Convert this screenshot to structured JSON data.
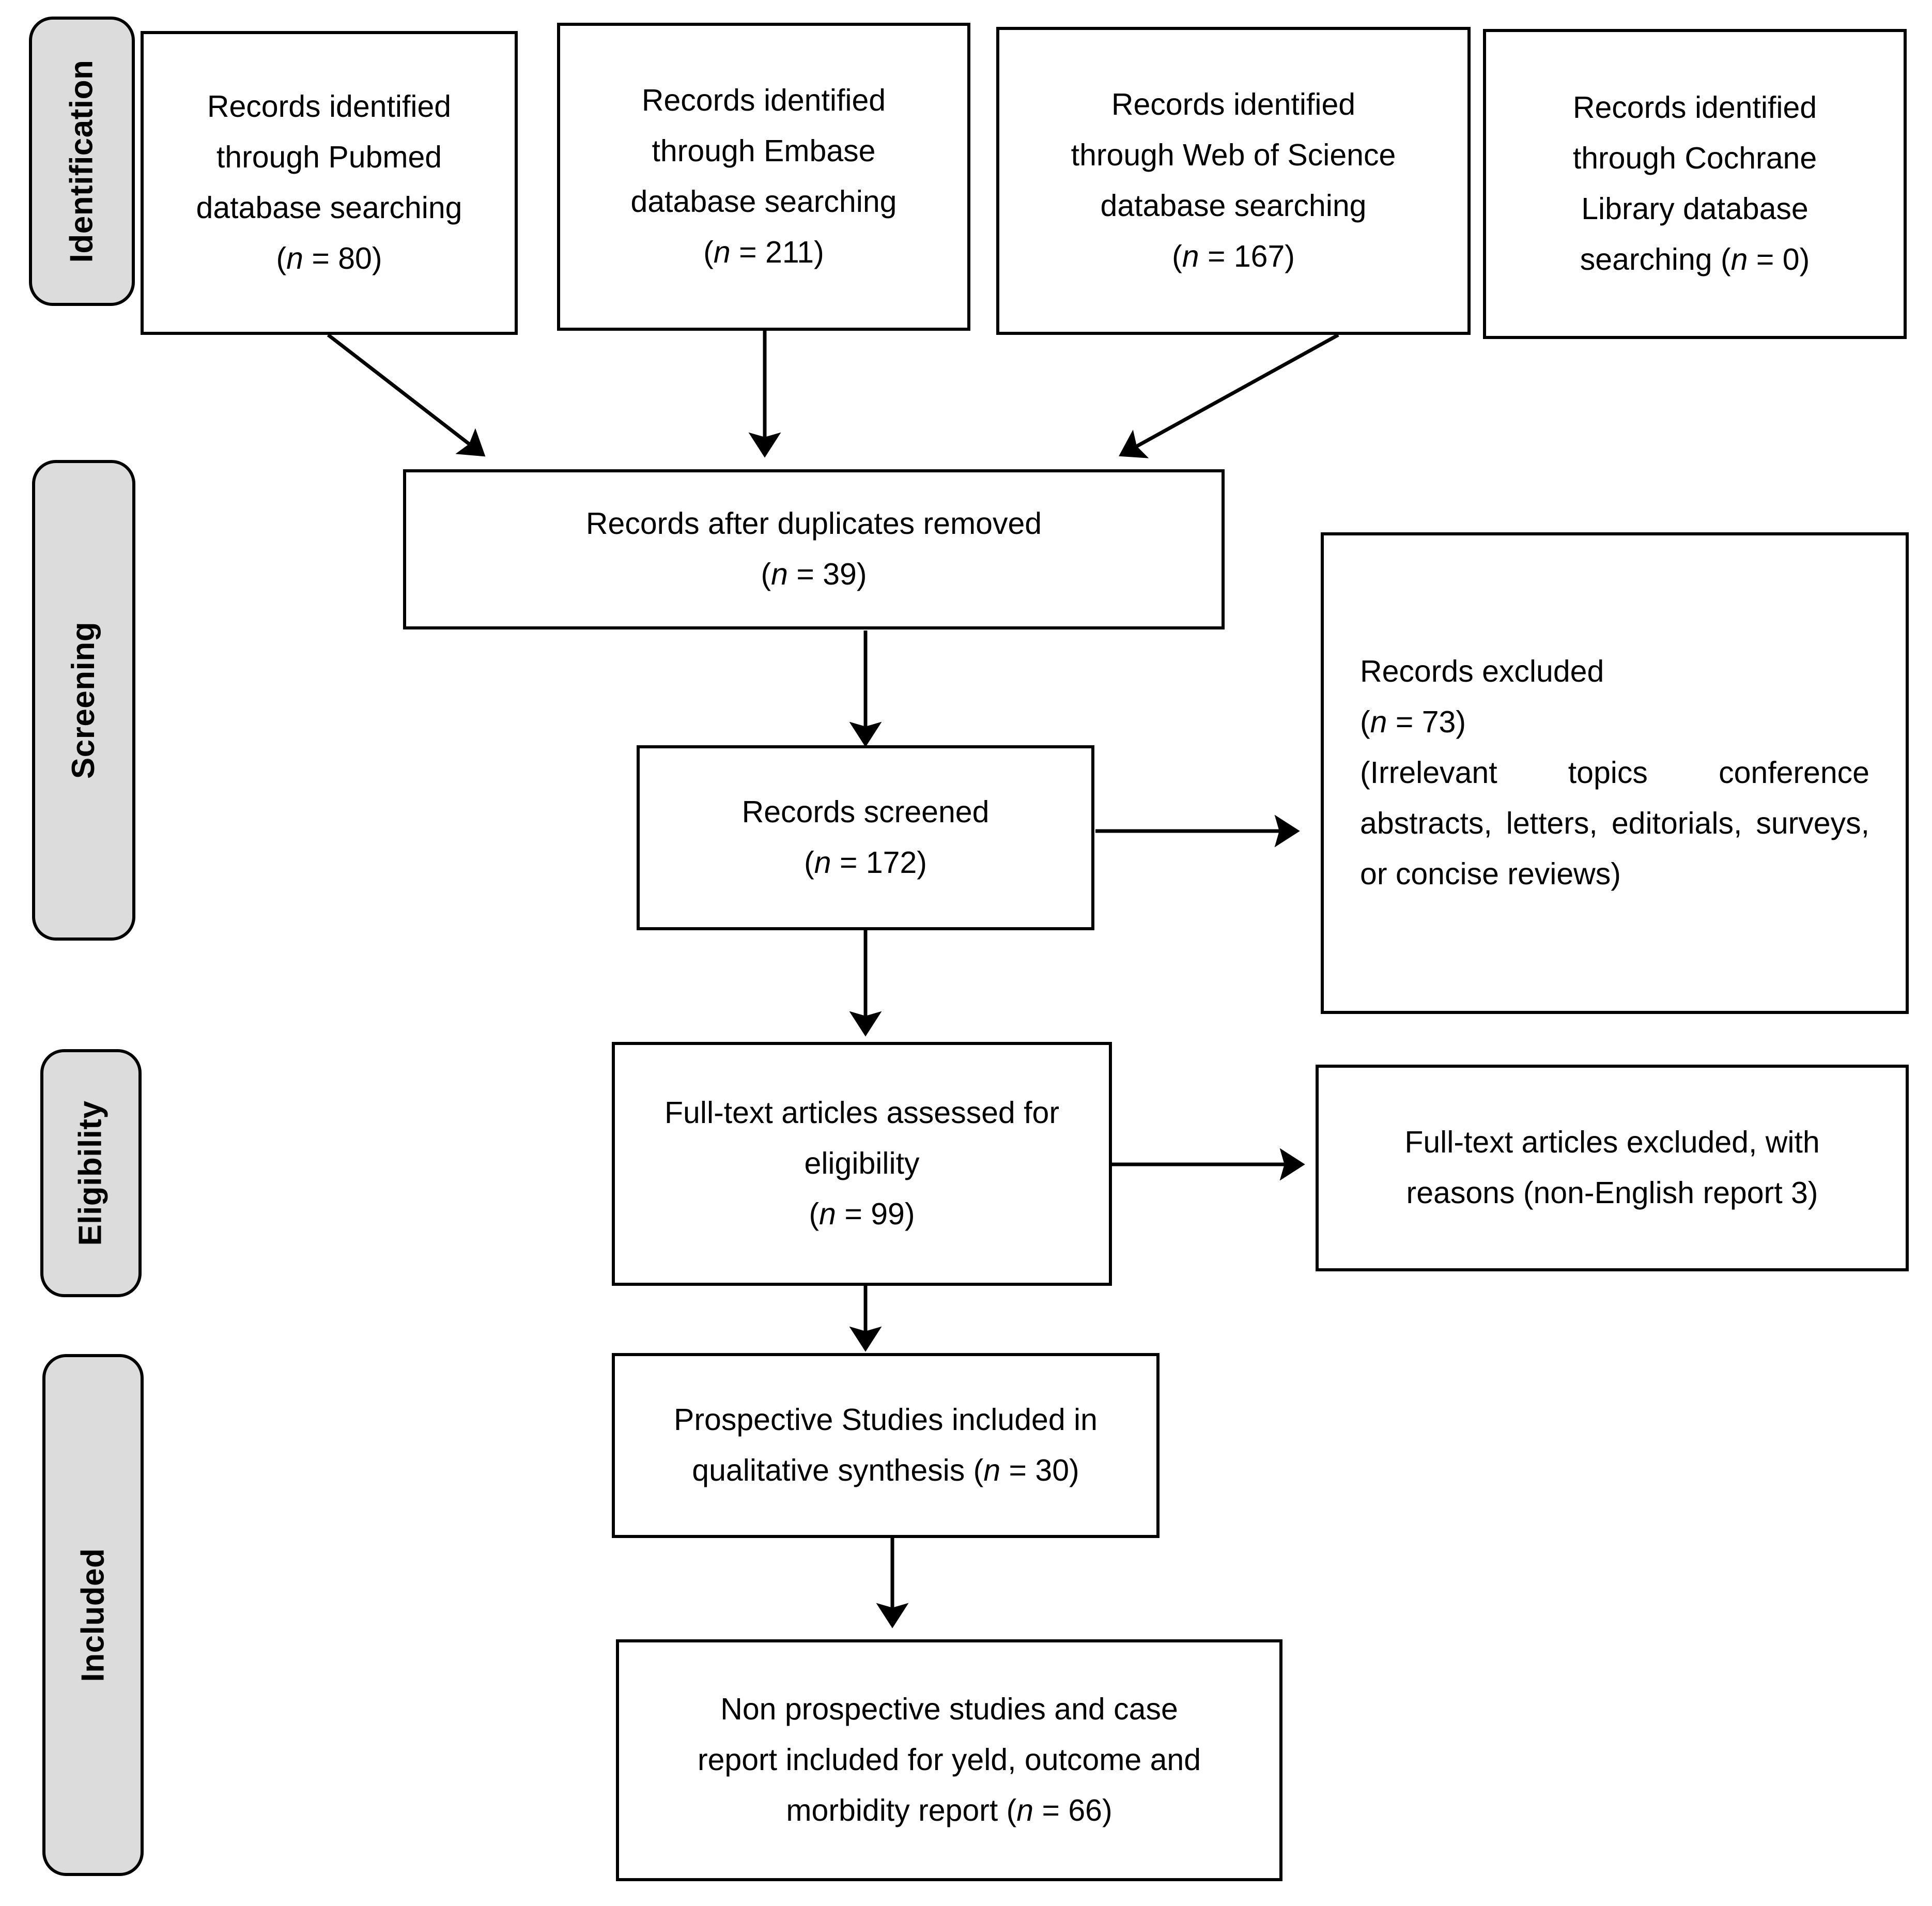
{
  "figure": {
    "type": "prisma-flow-diagram",
    "stages": [
      {
        "id": "identification",
        "label": "Identification"
      },
      {
        "id": "screening",
        "label": "Screening"
      },
      {
        "id": "eligibility",
        "label": "Eligibility"
      },
      {
        "id": "included",
        "label": "Included"
      }
    ],
    "boxes": {
      "pubmed": {
        "lines": [
          "Records identified",
          "through Pubmed",
          "database searching",
          "(n = 80)"
        ],
        "n": 80
      },
      "embase": {
        "lines": [
          "Records identified",
          "through Embase",
          "database searching",
          "(n = 211)"
        ],
        "n": 211
      },
      "web_of_science": {
        "lines": [
          "Records identified",
          "through Web of Science",
          "database searching",
          "(n = 167)"
        ],
        "n": 167
      },
      "cochrane": {
        "lines": [
          "Records identified",
          "through Cochrane",
          "Library database",
          "searching (n = 0)"
        ],
        "n": 0
      },
      "duplicates_removed": {
        "lines": [
          "Records after duplicates removed",
          "(n = 39)"
        ],
        "n": 39
      },
      "records_screened": {
        "lines": [
          "Records screened",
          "(n = 172)"
        ],
        "n": 172
      },
      "records_excluded": {
        "lead": "Records excluded",
        "count_line": "(n = 73)",
        "body": "(Irrelevant topics conference abstracts, letters, editorials, surveys, or concise reviews)",
        "n": 73
      },
      "fulltext_assessed": {
        "lines": [
          "Full-text articles assessed for",
          "eligibility",
          "(n = 99)"
        ],
        "n": 99
      },
      "fulltext_excluded": {
        "lines": [
          "Full-text articles excluded, with",
          "reasons (non-English report 3)"
        ],
        "n": 3
      },
      "qualitative_synthesis": {
        "lines": [
          "Prospective Studies included in",
          "qualitative synthesis (n = 30)"
        ],
        "n": 30
      },
      "non_prospective": {
        "lines": [
          "Non prospective studies and case",
          "report included for yeld, outcome and",
          "morbidity report (n = 66)"
        ],
        "n": 66
      }
    },
    "colors": {
      "stroke": "#000000",
      "box_fill": "#ffffff",
      "stage_fill": "#dcdcdc",
      "text": "#000000"
    }
  }
}
